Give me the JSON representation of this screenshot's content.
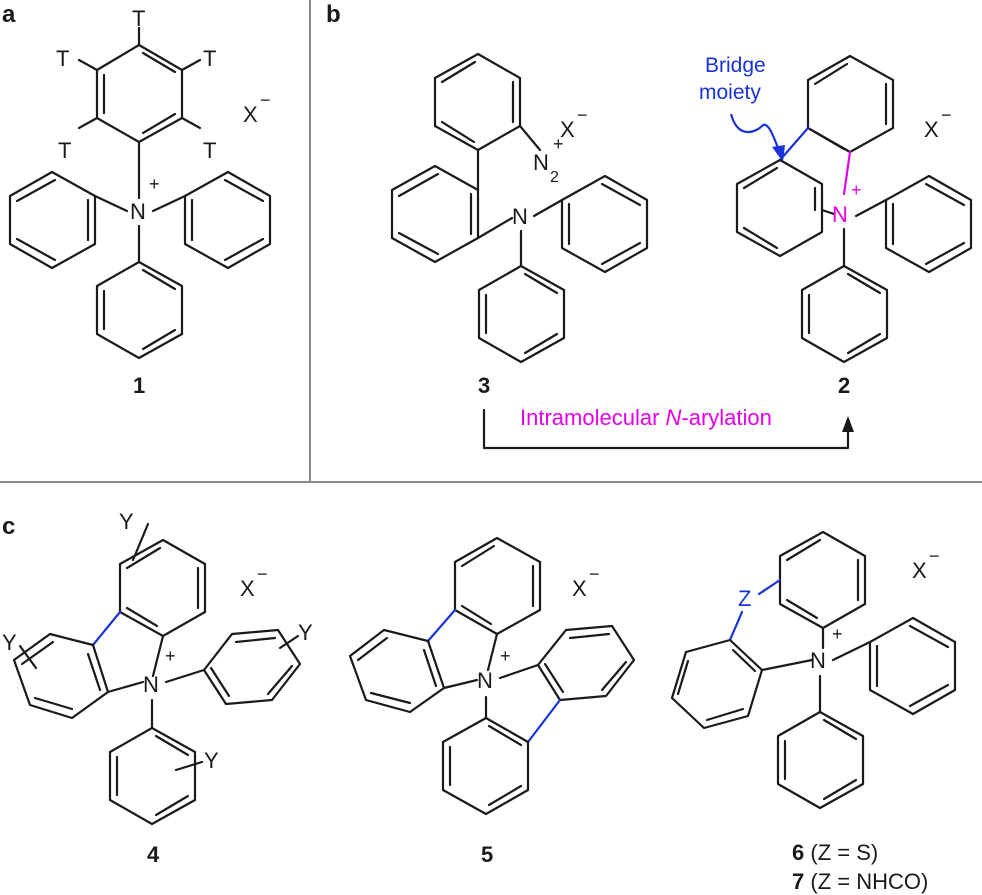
{
  "panels": {
    "a": {
      "letter": "a"
    },
    "b": {
      "letter": "b"
    },
    "c": {
      "letter": "c"
    }
  },
  "atoms": {
    "nitrogen": "N",
    "plus": "+",
    "tritium": "T",
    "counterion_base": "X",
    "counterion_charge": "−",
    "diazonium_base": "N",
    "diazonium_sub": "2",
    "substituent_y": "Y",
    "bridge_z": "Z"
  },
  "compounds": {
    "c1": "1",
    "c2": "2",
    "c3": "3",
    "c4": "4",
    "c5": "5",
    "c6": "6",
    "c6_note": " (Z = S)",
    "c7": "7",
    "c7_note": " (Z = NHCO)"
  },
  "annotations": {
    "bridge_line1": "Bridge",
    "bridge_line2": "moiety",
    "arrow_label_prefix": "Intramolecular ",
    "arrow_label_italic": "N",
    "arrow_label_suffix": "-arylation"
  },
  "colors": {
    "bond": "#1a1a1a",
    "highlight_blue": "#1a33d6",
    "highlight_magenta": "#e600e6",
    "divider": "#8a8a8a"
  }
}
